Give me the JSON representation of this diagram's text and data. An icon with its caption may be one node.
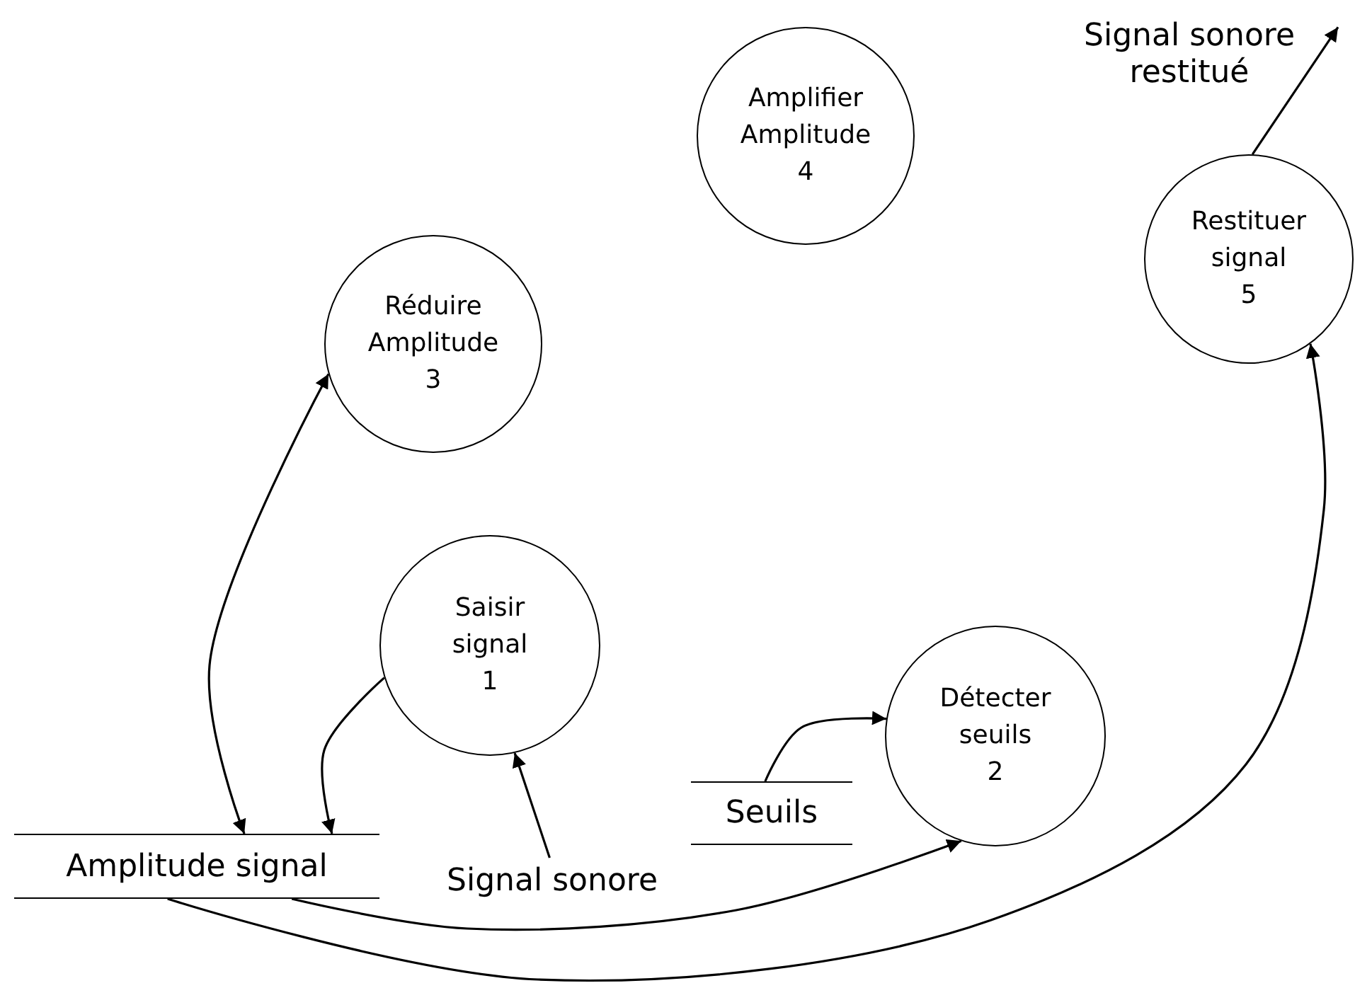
{
  "diagram": {
    "nodes": [
      {
        "text": [
          "Réduire Amplitude",
          "3"
        ]
      },
      {
        "text": [
          "Amplifier Amplitude",
          "4"
        ]
      },
      {
        "text": [
          "Restituer signal",
          "5"
        ]
      },
      {
        "text": [
          "Saisir signal",
          "1"
        ]
      },
      {
        "text": [
          "Détecter seuils",
          "2"
        ]
      },
      {
        "text": [
          "Amplitude signal"
        ]
      },
      {
        "text": [
          "Seuils"
        ]
      },
      {
        "text": [
          "Signal sonore"
        ]
      },
      {
        "text": [
          "Signal sonore restitué"
        ]
      }
    ],
    "edges": [
      {
        "from": 5,
        "to": 0,
        "arrow": "both"
      },
      {
        "from": 3,
        "to": 5,
        "arrow": "to"
      },
      {
        "from": 7,
        "to": 3,
        "arrow": "to"
      },
      {
        "from": 6,
        "to": 4,
        "arrow": "to"
      },
      {
        "from": 5,
        "to": 4,
        "arrow": "to"
      },
      {
        "from": 5,
        "to": 2,
        "arrow": "to"
      },
      {
        "from": 2,
        "to": 8,
        "arrow": "to"
      }
    ]
  }
}
